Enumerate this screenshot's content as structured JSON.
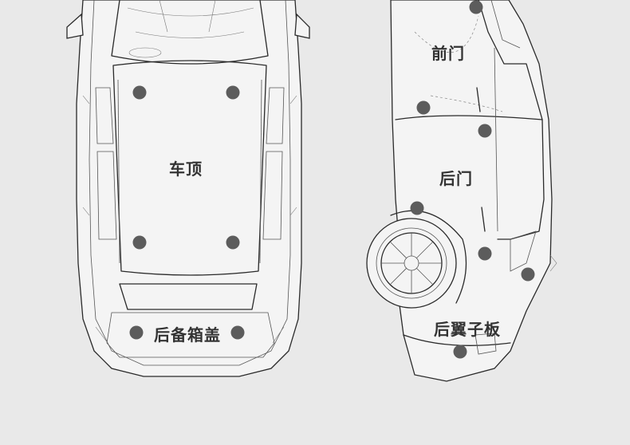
{
  "colors": {
    "background": "#e9e9e9",
    "dot": "#5c5c5c",
    "line": "#2a2a2a",
    "text": "#333333"
  },
  "labels": {
    "roof": "车顶",
    "trunk_lid": "后备箱盖",
    "front_door": "前门",
    "rear_door": "后门",
    "rear_fender": "后翼子板"
  }
}
